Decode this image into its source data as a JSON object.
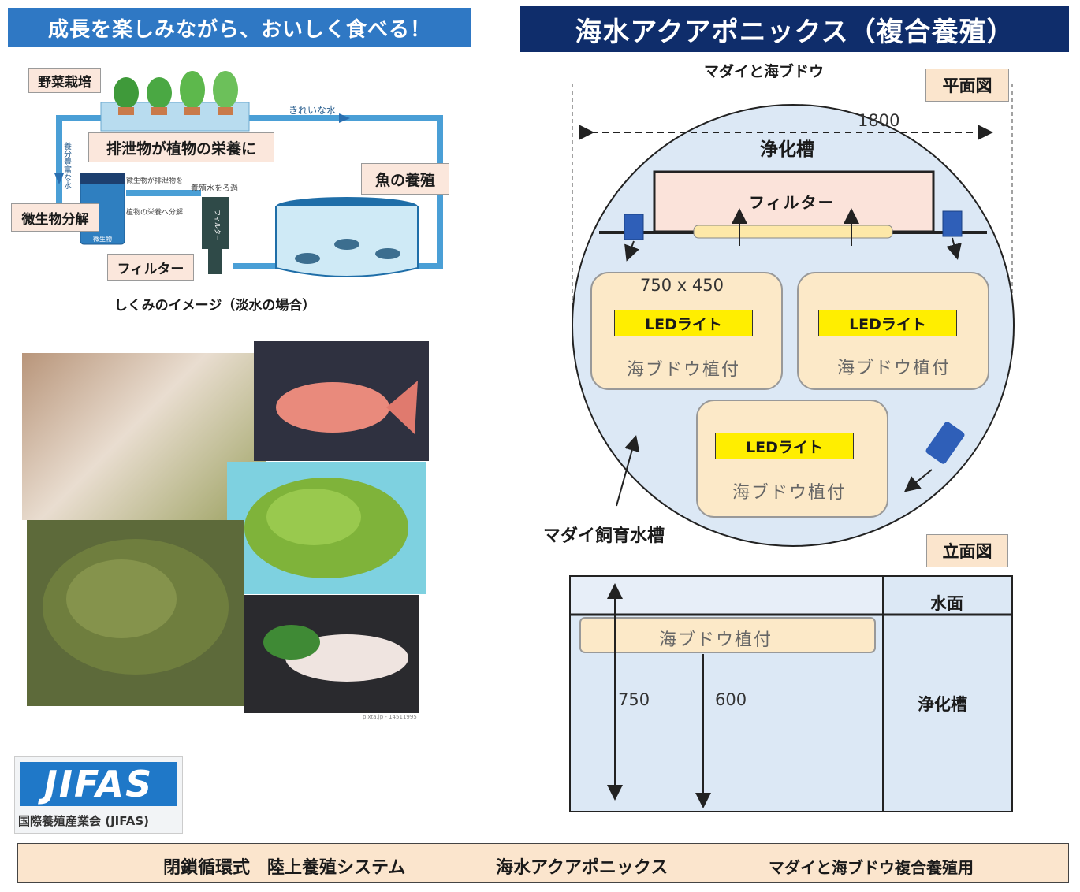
{
  "header": {
    "left_title": "成長を楽しみながら、おいしく食べる！",
    "right_title": "海水アクアポニックス（複合養殖）"
  },
  "cycle": {
    "labels": {
      "vegetable": "野菜栽培",
      "nutrient": "排泄物が植物の栄養に",
      "fish": "魚の養殖",
      "microbe": "微生物分解",
      "filter": "フィルター",
      "clean_water": "きれいな水",
      "rich_water": "養分豊富な水",
      "microbe_note1": "微生物が排泄物を",
      "microbe_note2": "植物の栄養へ分解",
      "filter_note": "養殖水をろ過",
      "filter_device": "フィルター",
      "microbe_tank": "微生物"
    },
    "caption": "しくみのイメージ（淡水の場合）"
  },
  "photo_credit": "pixta.jp - 14511995",
  "logo": {
    "mark": "JIFAS",
    "org": "国際養殖産業会 (JIFAS)"
  },
  "plan": {
    "subtitle": "マダイと海ブドウ",
    "tag": "平面図",
    "width_dim": "1800",
    "purifier": "浄化槽",
    "filter": "フィルター",
    "tray_size": "750 x 450",
    "led": "LEDライト",
    "planting": "海ブドウ植付",
    "tank_label": "マダイ飼育水槽"
  },
  "elevation": {
    "tag": "立面図",
    "water_surface": "水面",
    "planting": "海ブドウ植付",
    "depth_total": "750",
    "depth_water": "600",
    "purifier": "浄化槽"
  },
  "footer": {
    "item1": "閉鎖循環式　陸上養殖システム",
    "item2": "海水アクアポニックス",
    "item3": "マダイと海ブドウ複合養殖用"
  }
}
